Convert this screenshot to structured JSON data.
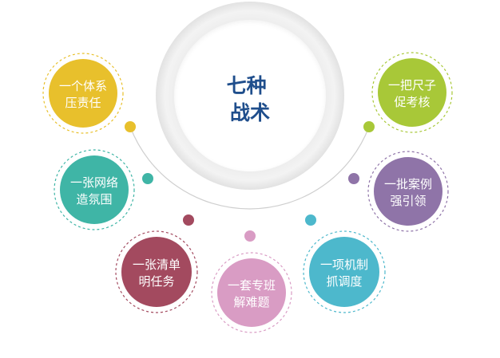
{
  "center": {
    "lines": [
      "七种",
      "战术"
    ],
    "color": "#1f4e8c"
  },
  "arc_color": "#cfcfcf",
  "node_text_color": "#ffffff",
  "nodes": [
    {
      "lines": [
        "一个体系",
        "压责任"
      ],
      "color": "#e8c02c"
    },
    {
      "lines": [
        "一张网络",
        "造氛围"
      ],
      "color": "#3fb5a6"
    },
    {
      "lines": [
        "一张清单",
        "明任务"
      ],
      "color": "#a34a5f"
    },
    {
      "lines": [
        "一套专班",
        "解难题"
      ],
      "color": "#d99cc4"
    },
    {
      "lines": [
        "一项机制",
        "抓调度"
      ],
      "color": "#4db8cc"
    },
    {
      "lines": [
        "一批案例",
        "强引领"
      ],
      "color": "#8f74a8"
    },
    {
      "lines": [
        "一把尺子",
        "促考核"
      ],
      "color": "#a8c838"
    }
  ]
}
